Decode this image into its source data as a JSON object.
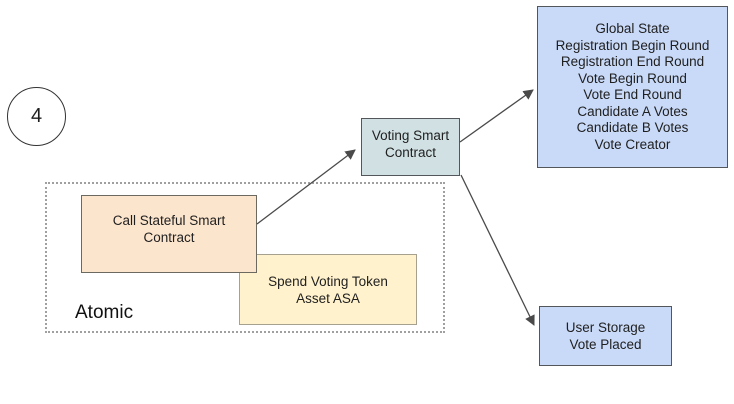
{
  "step_badge": {
    "number": "4"
  },
  "atomic_group": {
    "label": "Atomic"
  },
  "nodes": {
    "call_stateful": {
      "line1": "Call Stateful Smart",
      "line2": "Contract"
    },
    "spend_token": {
      "line1": "Spend Voting Token",
      "line2": "Asset ASA"
    },
    "voting_contract": {
      "line1": "Voting Smart",
      "line2": "Contract"
    },
    "global_state": {
      "lines": [
        "Global State",
        "Registration Begin Round",
        "Registration End Round",
        "Vote Begin Round",
        "Vote End Round",
        "Candidate A Votes",
        "Candidate B Votes",
        "Vote Creator"
      ]
    },
    "user_storage": {
      "line1": "User Storage",
      "line2": "Vote Placed"
    }
  },
  "colors": {
    "node_blue_fill": "#c9daf8",
    "node_cyan_fill": "#d0e0e3",
    "node_peach_fill": "#fce5cd",
    "node_yellow_fill": "#fff2cc",
    "node_border_dark": "#53565a",
    "node_border_peach": "#6b6960",
    "node_border_yellow": "#a6a08e",
    "dotted_frame": "#a0a0a0",
    "arrow": "#4a4a4a",
    "text": "#1f1f1f"
  }
}
